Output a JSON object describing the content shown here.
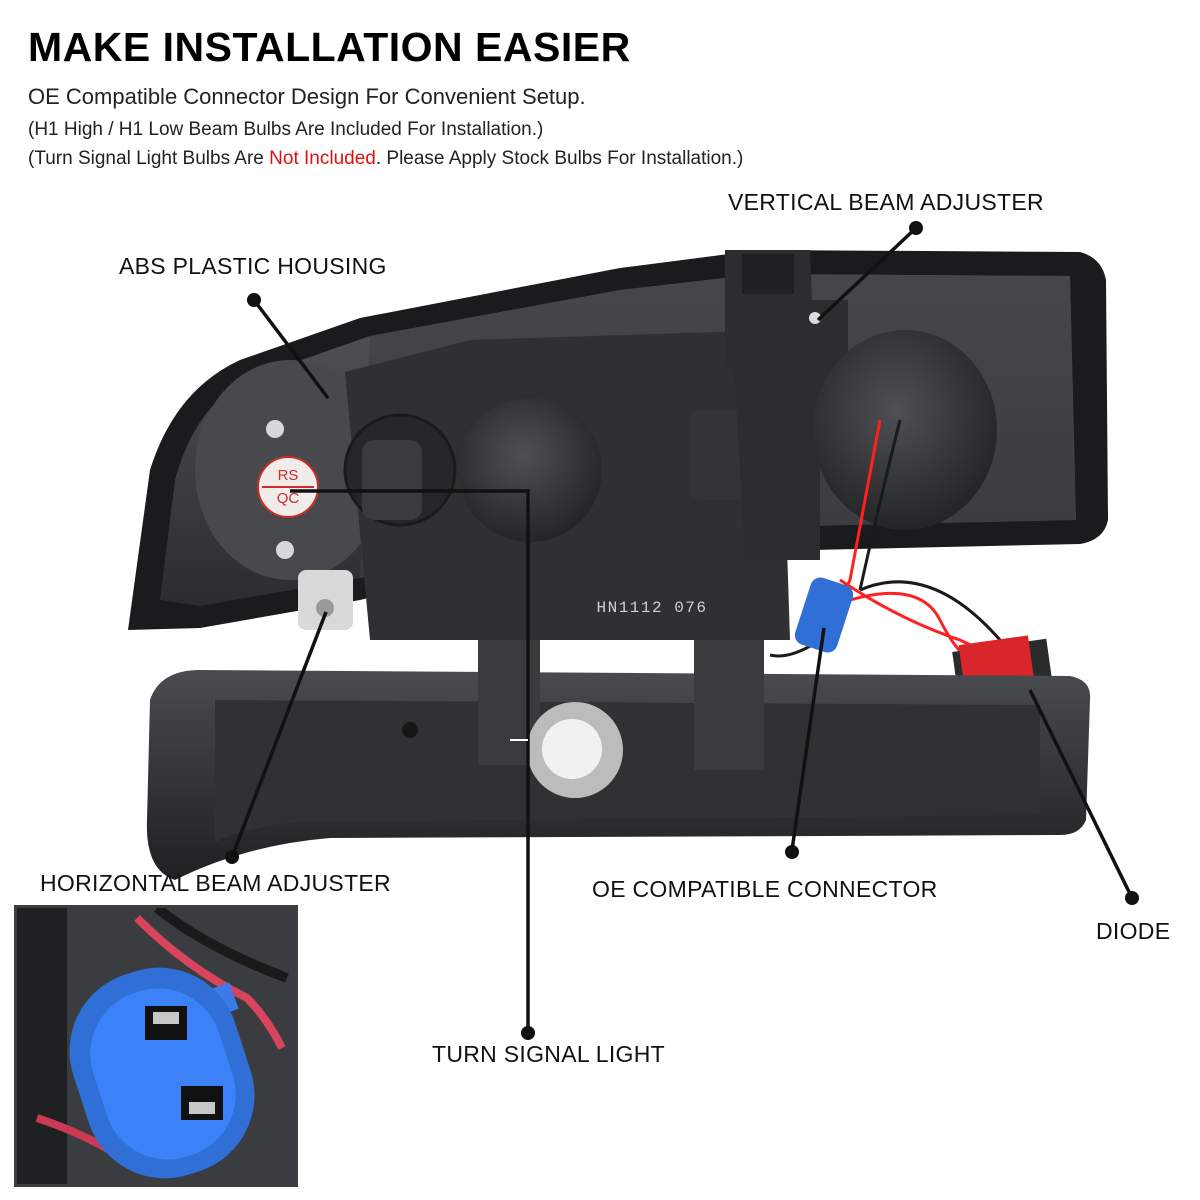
{
  "header": {
    "title": "MAKE INSTALLATION EASIER",
    "subtitle": "OE Compatible Connector Design For Convenient Setup.",
    "note_1": "(H1 High / H1 Low Beam Bulbs Are Included For Installation.)",
    "note_2_before": "(Turn Signal Light Bulbs Are ",
    "note_2_highlight": "Not Included",
    "note_2_after": ". Please Apply Stock Bulbs For Installation.)"
  },
  "callouts": {
    "vertical_beam_adjuster": "VERTICAL BEAM ADJUSTER",
    "abs_plastic_housing": "ABS PLASTIC HOUSING",
    "horizontal_beam_adjuster": "HORIZONTAL BEAM ADJUSTER",
    "oe_compatible_connector": "OE COMPATIBLE CONNECTOR",
    "diode": "DIODE",
    "turn_signal_light": "TURN SIGNAL LIGHT"
  },
  "product_marks": {
    "qc_sticker_top": "RS",
    "qc_sticker_bottom": "QC",
    "part_number": "HN1112 076"
  },
  "colors": {
    "highlight_red": "#e01010",
    "housing_dark": "#3a3b3d",
    "connector_blue": "#2f6fd6",
    "diode_red": "#d8262a",
    "wire_red": "#ff2020"
  },
  "icons": {
    "callout_dot": "filled-circle-marker",
    "leader_line": "pointer-line"
  }
}
